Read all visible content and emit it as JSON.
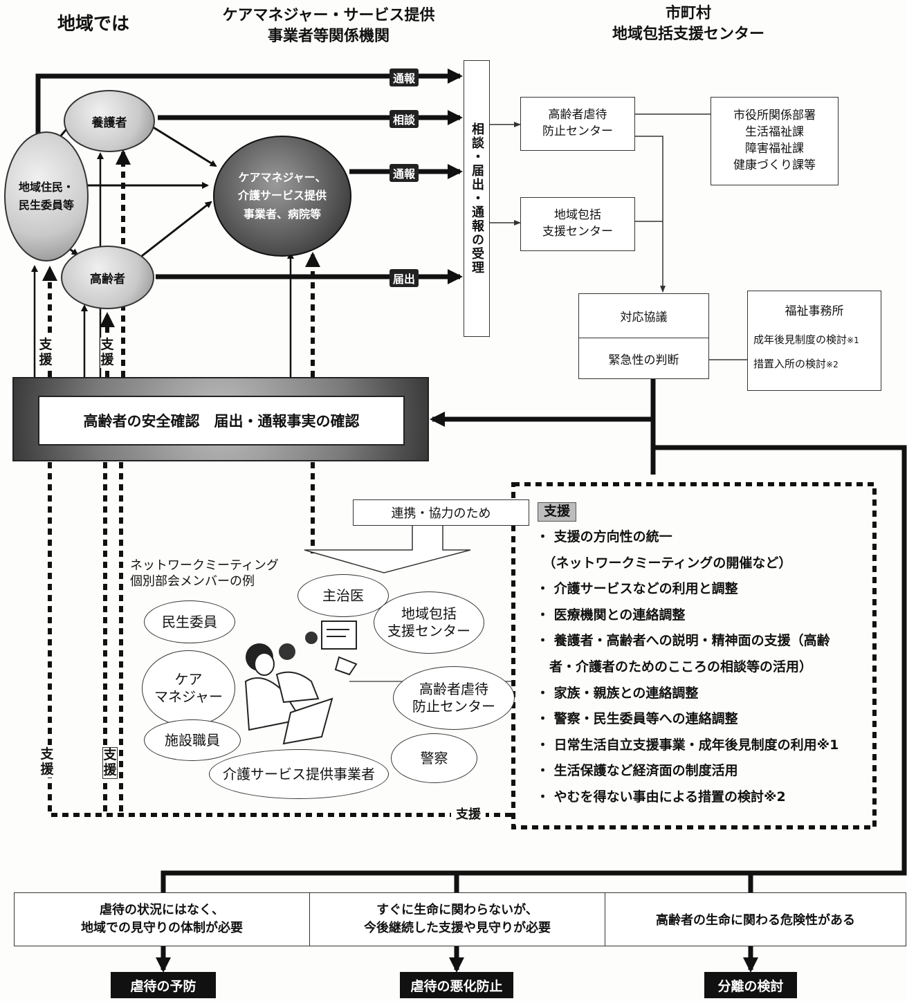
{
  "headers": {
    "community": "地域では",
    "care_line1": "ケアマネジャー・サービス提供",
    "care_line2": "事業者等関係機関",
    "city_line1": "市町村",
    "city_line2": "地域包括支援センター"
  },
  "ovals": {
    "caregiver": "養護者",
    "residents_line1": "地域住民・",
    "residents_line2": "民生委員等",
    "elderly": "高齢者",
    "care_line1": "ケアマネジャー、",
    "care_line2": "介護サービス提供",
    "care_line3": "事業者、病院等"
  },
  "arrow_labels": {
    "report1": "通報",
    "consult": "相談",
    "report2": "通報",
    "notify": "届出",
    "support_a": "支援",
    "support_b": "支援",
    "support_c": "支援",
    "support_d": "支援",
    "support_e": "支援"
  },
  "reception": "相談・届出・通報の受理",
  "centers": {
    "abuse_line1": "高齢者虐待",
    "abuse_line2": "防止センター",
    "regional_line1": "地域包括",
    "regional_line2": "支援センター"
  },
  "city_hall": {
    "title": "市役所関係部署",
    "dept1": "生活福祉課",
    "dept2": "障害福祉課",
    "dept3": "健康づくり課等"
  },
  "meeting": {
    "top": "対応協議",
    "bottom": "緊急性の判断"
  },
  "welfare": {
    "title": "福祉事務所",
    "item1": "成年後見制度の検討",
    "item1_mark": "※1",
    "item2": "措置入所の検討",
    "item2_mark": "※2"
  },
  "safety_check": "高齢者の安全確認　届出・通報事実の確認",
  "cooperation": "連携・協力のため",
  "network": {
    "title_line1": "ネットワークミーティング",
    "title_line2": "個別部会メンバーの例",
    "doctor": "主治医",
    "welfare_commissioner": "民生委員",
    "regional_line1": "地域包括",
    "regional_line2": "支援センター",
    "caremgr_line1": "ケア",
    "caremgr_line2": "マネジャー",
    "abuse_line1": "高齢者虐待",
    "abuse_line2": "防止センター",
    "facility_staff": "施設職員",
    "police": "警察",
    "provider": "介護サービス提供事業者"
  },
  "support": {
    "title": "支援",
    "items": [
      "・ 支援の方向性の統一",
      "　（ネットワークミーティングの開催など）",
      "・ 介護サービスなどの利用と調整",
      "・ 医療機関との連絡調整",
      "・ 養護者・高齢者への説明・精神面の支援（高齢",
      "　者・介護者のためのこころの相談等の活用）",
      "・ 家族・親族との連絡調整",
      "・ 警察・民生委員等への連絡調整",
      "・ 日常生活自立支援事業・成年後見制度の利用※1",
      "・ 生活保護など経済面の制度活用",
      "・ やむを得ない事由による措置の検討※2"
    ]
  },
  "outcomes": {
    "c1_line1": "虐待の状況にはなく、",
    "c1_line2": "地域での見守りの体制が必要",
    "c2_line1": "すぐに生命に関わらないが、",
    "c2_line2": "今後継続した支援や見守りが必要",
    "c3": "高齢者の生命に関わる危険性がある",
    "r1": "虐待の予防",
    "r2": "虐待の悪化防止",
    "r3": "分離の検討"
  }
}
